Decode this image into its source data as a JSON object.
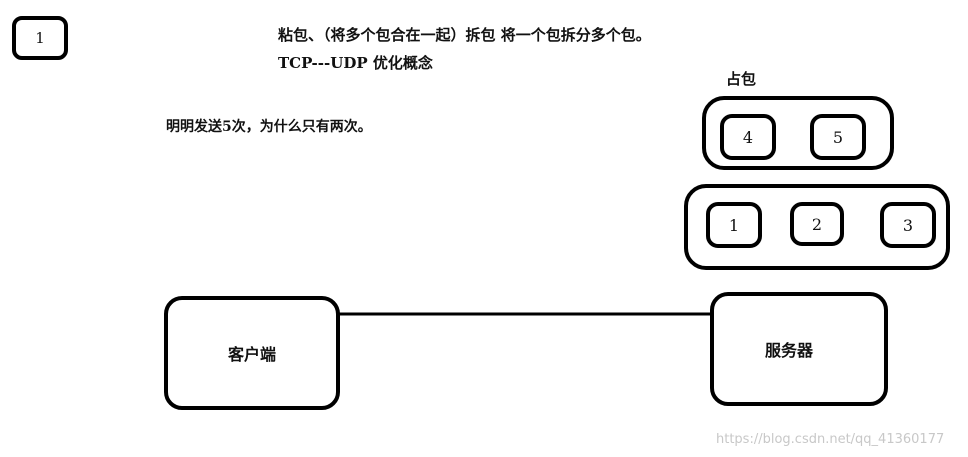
{
  "step_label": "1",
  "header": {
    "line1": "粘包、（将多个包合在一起）拆包 将一个包拆分多个包。",
    "line2": "TCP---UDP 优化概念"
  },
  "note": "明明发送5次，为什么只有两次。",
  "sticky_group": {
    "label": "占包",
    "packets": [
      "4",
      "5"
    ]
  },
  "packet_group": {
    "packets": [
      "1",
      "2",
      "3"
    ]
  },
  "client_label": "客户端",
  "server_label": "服务器",
  "watermark": "https://blog.csdn.net/qq_41360177"
}
